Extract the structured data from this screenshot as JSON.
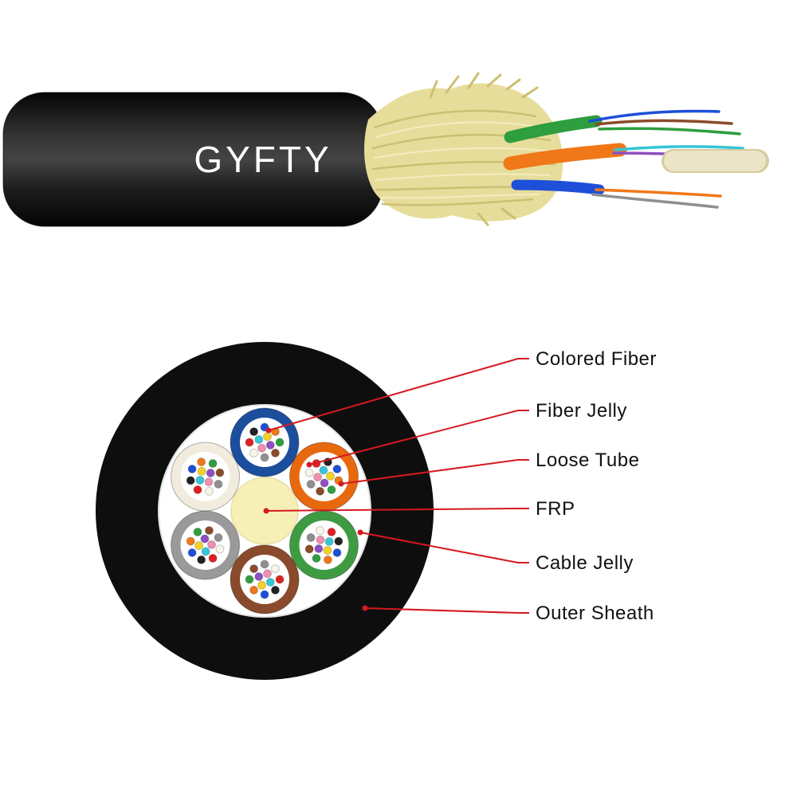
{
  "background": "#ffffff",
  "cable": {
    "print_label": "GYFTY",
    "sheath_color": "#0b0b0b",
    "sheath_highlight": "#3d3d3d",
    "yarn_color": "#e7dd9b",
    "yarn_strand_dark": "#cdbf72",
    "yarn_strand_light": "#f4ecc2",
    "frp_color": "#ece4c6",
    "frp_edge": "#d6cba0"
  },
  "cross_section": {
    "outer_sheath_color": "#0e0e0e",
    "inner_fill": "#ffffff",
    "inner_ring": "#e3e3e3",
    "frp_center_color": "#f6efb6",
    "tubes": [
      {
        "name": "blue-loose-tube",
        "color": "#1c4e9e"
      },
      {
        "name": "orange-loose-tube",
        "color": "#e8680f"
      },
      {
        "name": "green-loose-tube",
        "color": "#3f9b42"
      },
      {
        "name": "brown-loose-tube",
        "color": "#8a4a2c"
      },
      {
        "name": "gray-loose-tube",
        "color": "#9a9a9a"
      },
      {
        "name": "white-loose-tube",
        "color": "#f1ecdd"
      }
    ],
    "fiber_palette": [
      "#1d4fd8",
      "#f07818",
      "#2e9e3e",
      "#8a4b2a",
      "#8f8f8f",
      "#f7f4ea",
      "#e02020",
      "#222222",
      "#f2d324",
      "#8d4fc2",
      "#f08fb0",
      "#35c5d8"
    ]
  },
  "annotations": {
    "line_color": "#d51920",
    "labels": [
      {
        "text": "Colored Fiber"
      },
      {
        "text": "Fiber Jelly"
      },
      {
        "text": "Loose Tube"
      },
      {
        "text": "FRP"
      },
      {
        "text": "Cable Jelly"
      },
      {
        "text": "Outer Sheath"
      }
    ]
  }
}
